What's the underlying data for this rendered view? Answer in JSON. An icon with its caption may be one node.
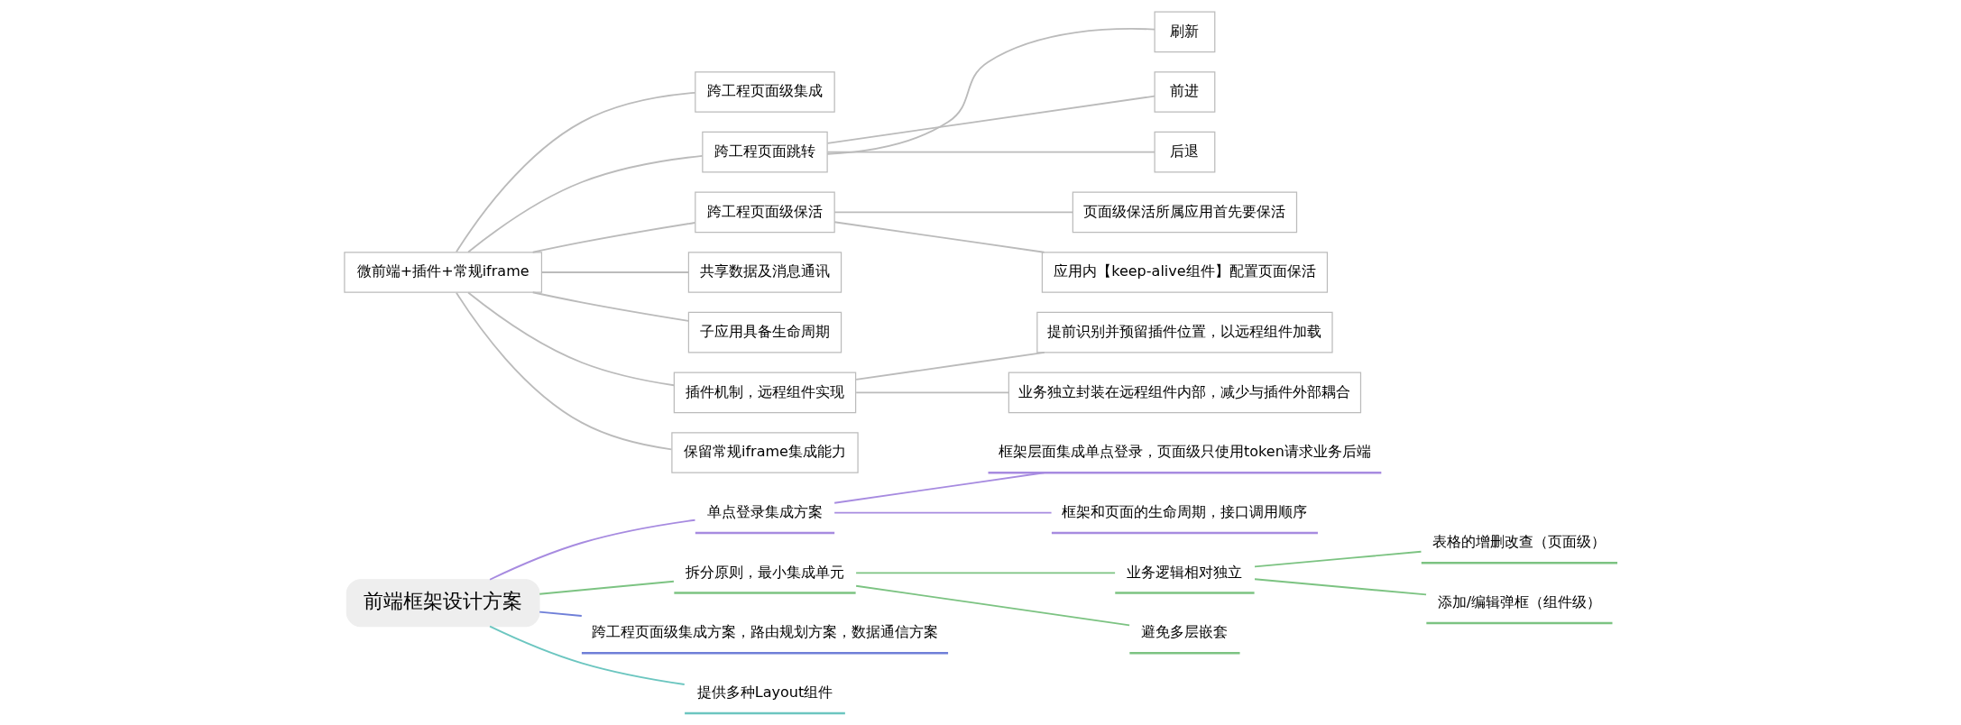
{
  "diagram": {
    "nodes": [
      {
        "text": [
          "前端框架设计方案"
        ]
      },
      {
        "text": [
          "单点登录集成方案"
        ]
      },
      {
        "text": [
          "框架层面集成单点登录，页面级只使用token请求业务后端"
        ]
      },
      {
        "text": [
          "框架和页面的生命周期，接口调用顺序"
        ]
      },
      {
        "text": [
          "拆分原则，最小集成单元"
        ]
      },
      {
        "text": [
          "业务逻辑相对独立"
        ]
      },
      {
        "text": [
          "表格的增删改查（页面级）"
        ]
      },
      {
        "text": [
          "添加/编辑弹框（组件级）"
        ]
      },
      {
        "text": [
          "避免多层嵌套"
        ]
      },
      {
        "text": [
          "跨工程页面级集成方案，路由规划方案，数据通信方案"
        ]
      },
      {
        "text": [
          "提供多种Layout组件"
        ]
      },
      {
        "text": [
          "微前端+插件+常规iframe"
        ]
      },
      {
        "text": [
          "跨工程页面级集成"
        ]
      },
      {
        "text": [
          "跨工程页面跳转"
        ]
      },
      {
        "text": [
          "刷新"
        ]
      },
      {
        "text": [
          "前进"
        ]
      },
      {
        "text": [
          "后退"
        ]
      },
      {
        "text": [
          "跨工程页面级保活"
        ]
      },
      {
        "text": [
          "页面级保活所属应用首先要保活"
        ]
      },
      {
        "text": [
          "应用内【keep-alive组件】配置页面保活"
        ]
      },
      {
        "text": [
          "共享数据及消息通讯"
        ]
      },
      {
        "text": [
          "子应用具备生命周期"
        ]
      },
      {
        "text": [
          "插件机制，远程组件实现"
        ]
      },
      {
        "text": [
          "提前识别并预留插件位置，以远程组件加载"
        ]
      },
      {
        "text": [
          "业务独立封装在远程组件内部，减少与插件外部耦合"
        ]
      },
      {
        "text": [
          "保留常规iframe集成能力"
        ]
      }
    ],
    "edges": [
      {
        "from": 0,
        "to": 1,
        "arrow": "none",
        "color": "#a78be0"
      },
      {
        "from": 1,
        "to": 2,
        "arrow": "none",
        "color": "#a78be0"
      },
      {
        "from": 1,
        "to": 3,
        "arrow": "none",
        "color": "#a78be0"
      },
      {
        "from": 0,
        "to": 4,
        "arrow": "none",
        "color": "#7cc382"
      },
      {
        "from": 4,
        "to": 5,
        "arrow": "none",
        "color": "#7cc382"
      },
      {
        "from": 5,
        "to": 6,
        "arrow": "none",
        "color": "#7cc382"
      },
      {
        "from": 5,
        "to": 7,
        "arrow": "none",
        "color": "#7cc382"
      },
      {
        "from": 4,
        "to": 8,
        "arrow": "none",
        "color": "#7cc382"
      },
      {
        "from": 0,
        "to": 9,
        "arrow": "none",
        "color": "#6f7fd8"
      },
      {
        "from": 0,
        "to": 10,
        "arrow": "none",
        "color": "#6cc6c0"
      },
      {
        "from": 11,
        "to": 12,
        "arrow": "none"
      },
      {
        "from": 11,
        "to": 13,
        "arrow": "none"
      },
      {
        "from": 13,
        "to": 14,
        "arrow": "none"
      },
      {
        "from": 13,
        "to": 15,
        "arrow": "none"
      },
      {
        "from": 13,
        "to": 16,
        "arrow": "none"
      },
      {
        "from": 11,
        "to": 17,
        "arrow": "none"
      },
      {
        "from": 17,
        "to": 18,
        "arrow": "none"
      },
      {
        "from": 17,
        "to": 19,
        "arrow": "none"
      },
      {
        "from": 11,
        "to": 20,
        "arrow": "none"
      },
      {
        "from": 11,
        "to": 21,
        "arrow": "none"
      },
      {
        "from": 11,
        "to": 22,
        "arrow": "none"
      },
      {
        "from": 22,
        "to": 23,
        "arrow": "none"
      },
      {
        "from": 22,
        "to": 24,
        "arrow": "none"
      },
      {
        "from": 11,
        "to": 25,
        "arrow": "none"
      }
    ]
  }
}
